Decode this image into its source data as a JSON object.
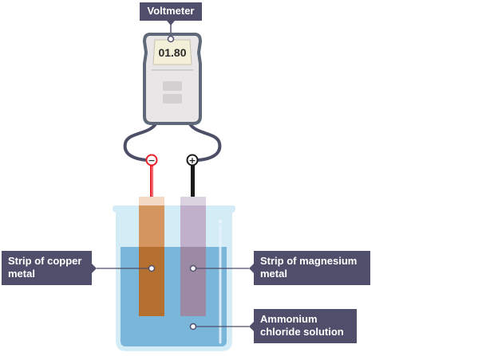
{
  "diagram": {
    "title": "Electrochemical cell with voltmeter",
    "voltmeter": {
      "label": "Voltmeter",
      "reading": "01.80"
    },
    "terminals": {
      "negative": "−",
      "positive": "+"
    },
    "labels": {
      "copper": [
        "Strip of copper",
        "metal"
      ],
      "magnesium": [
        "Strip of magnesium",
        "metal"
      ],
      "solution": [
        "Ammonium",
        "chloride solution"
      ]
    },
    "colors": {
      "label_bg": "#4f4e6b",
      "copper": "#b5702f",
      "copper_dry": "#d4955f",
      "magnesium": "#9c8aa4",
      "magnesium_dry": "#c0b0cb",
      "solution": "#79b6da",
      "beaker_glass": "#d4ecf6",
      "negative_wire": "#e8212a",
      "positive_wire": "#1a1a1a",
      "cable": "#4d4f68",
      "meter_body": "#e8e6e6",
      "meter_frame": "#5e6878",
      "meter_screen": "#f3efd8"
    }
  }
}
